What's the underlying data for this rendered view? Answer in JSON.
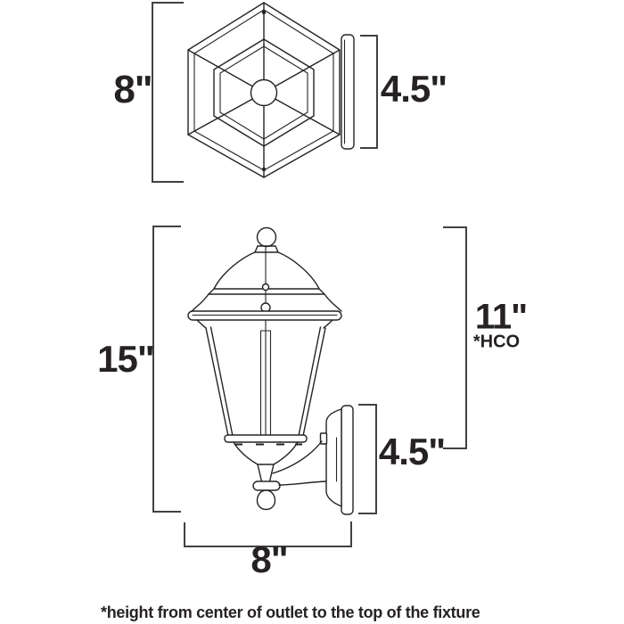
{
  "page": {
    "background": "#ffffff",
    "footnote": "*height from center of outlet to the top of the fixture"
  },
  "colors": {
    "drawing_line": "#262223",
    "dimension_line": "#414042",
    "label_text": "#262223"
  },
  "top_view": {
    "description": "lantern top view with round wall backplate edge-on",
    "width_label": "8\"",
    "backplate_height_label": "4.5\""
  },
  "front_view": {
    "description": "wall lantern front view with mounting arm and backplate",
    "overall_height_label": "15\"",
    "outlet_to_top_label": "11\"",
    "outlet_note": "*HCO",
    "backplate_height_label": "4.5\"",
    "width_label": "8\""
  }
}
